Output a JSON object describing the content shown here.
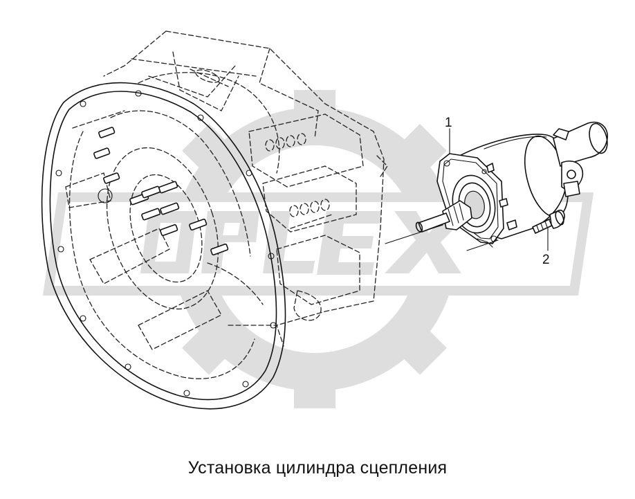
{
  "caption": "Установка цилиндра сцепления",
  "callouts": {
    "part1": "1",
    "part2": "2"
  },
  "watermark": {
    "text": "OPLEX",
    "color": "#c8c8c8"
  },
  "colors": {
    "line": "#111111",
    "background": "#ffffff"
  }
}
